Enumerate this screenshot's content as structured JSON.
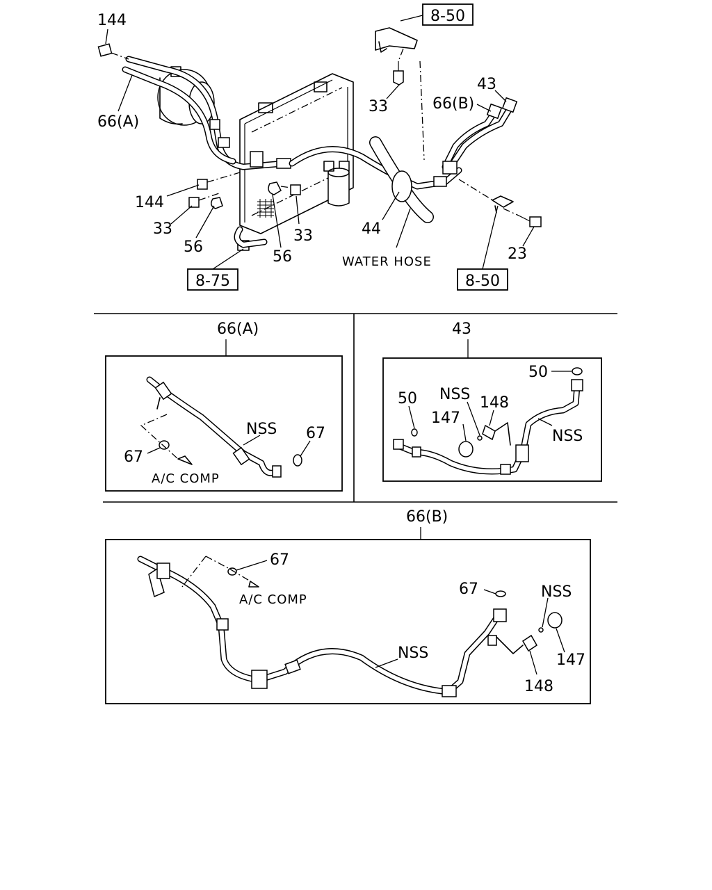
{
  "overview": {
    "callouts": {
      "p144_top": "144",
      "p66a": "66(A)",
      "p144_mid": "144",
      "p33_left": "33",
      "p56_left": "56",
      "p56_mid": "56",
      "p33_mid": "33",
      "p33_top": "33",
      "p44": "44",
      "p66b": "66(B)",
      "p43": "43",
      "p23": "23"
    },
    "water_hose": "WATER HOSE",
    "refs": {
      "ref_850_top": "8-50",
      "ref_875": "8-75",
      "ref_850_bottom": "8-50"
    }
  },
  "detail_66a": {
    "title": "66(A)",
    "nss": "NSS",
    "o_ring_right": "67",
    "o_ring_left": "67",
    "ac_comp": "A/C COMP"
  },
  "detail_43": {
    "title": "43",
    "o_ring_right": "50",
    "o_ring_left": "50",
    "nss_top": "NSS",
    "valve": "148",
    "cap": "147",
    "nss_right": "NSS"
  },
  "detail_66b": {
    "title": "66(B)",
    "o_ring_top": "67",
    "ac_comp": "A/C COMP",
    "o_ring_right": "67",
    "nss_mid": "NSS",
    "nss_right": "NSS",
    "cap": "147",
    "valve": "148"
  }
}
